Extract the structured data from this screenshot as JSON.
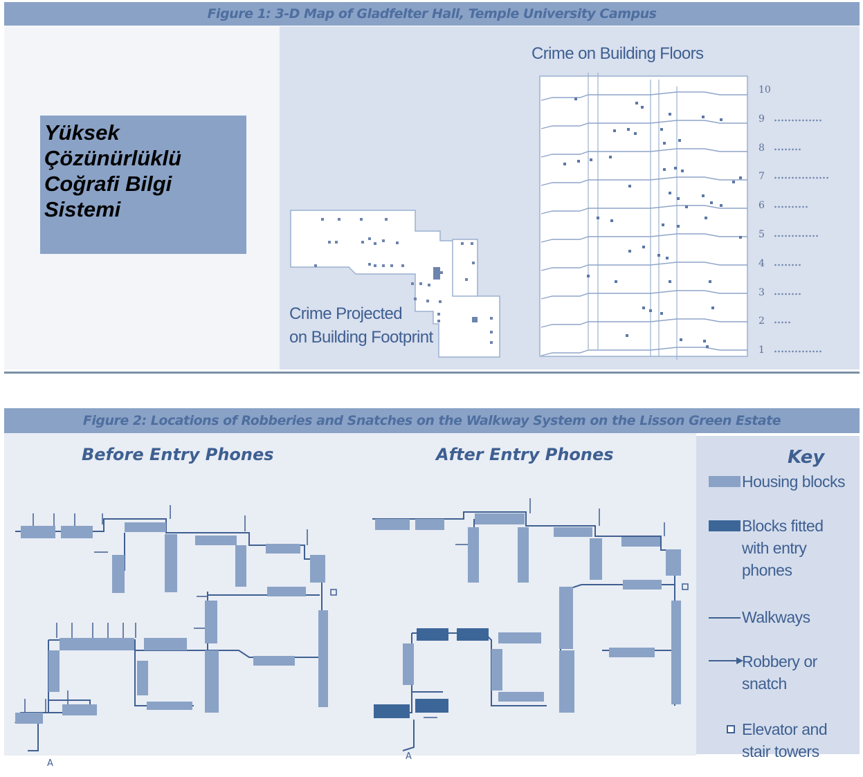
{
  "figure1": {
    "title": "Figure 1: 3-D Map of Gladfelter Hall, Temple University Campus",
    "callout": "Yüksek Çözünürlüklü Coğrafi Bilgi Sistemi",
    "floors_label": "Crime on Building Floors",
    "footprint_label_line1": "Crime Projected",
    "footprint_label_line2": "on Building Footprint",
    "floors": [
      {
        "number": "10",
        "crimes": 0
      },
      {
        "number": "9",
        "crimes": 14
      },
      {
        "number": "8",
        "crimes": 8
      },
      {
        "number": "7",
        "crimes": 16
      },
      {
        "number": "6",
        "crimes": 10
      },
      {
        "number": "5",
        "crimes": 13
      },
      {
        "number": "4",
        "crimes": 8
      },
      {
        "number": "3",
        "crimes": 8
      },
      {
        "number": "2",
        "crimes": 5
      },
      {
        "number": "1",
        "crimes": 14
      }
    ]
  },
  "figure2": {
    "title": "Figure 2: Locations of Robberies and Snatches on the Walkway System on the Lisson Green Estate",
    "before_label": "Before Entry Phones",
    "after_label": "After Entry Phones",
    "north_marker_before": "A",
    "north_marker_after": "A",
    "key": {
      "title": "Key",
      "items": [
        {
          "label": "Housing blocks",
          "symbol": "light-block"
        },
        {
          "label": "Blocks fitted with entry phones",
          "symbol": "dark-block"
        },
        {
          "label": "Walkways",
          "symbol": "line"
        },
        {
          "label": "Robbery or snatch",
          "symbol": "arrow"
        },
        {
          "label": "Elevator and stair towers",
          "symbol": "square"
        }
      ]
    },
    "colors": {
      "housing": "#8aa2c6",
      "entry_phone": "#3c6698",
      "walkway": "#3e5f91"
    }
  }
}
